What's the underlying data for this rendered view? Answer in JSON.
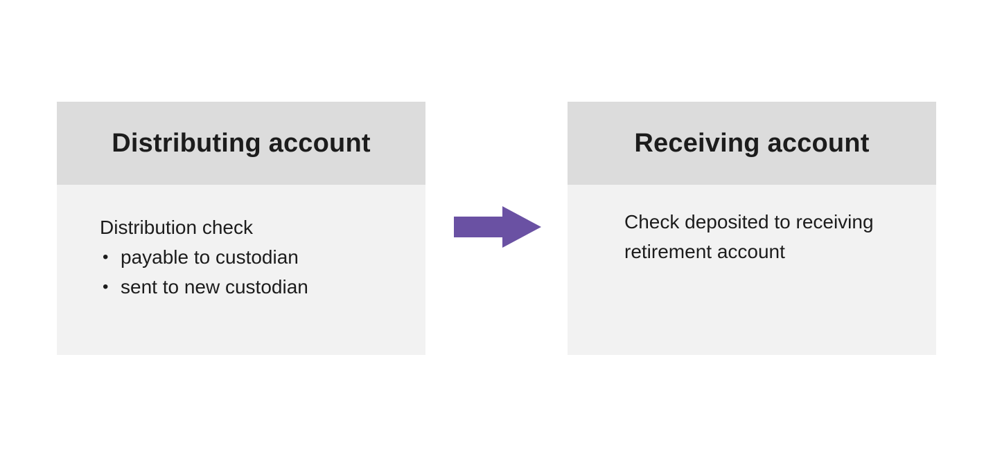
{
  "diagram": {
    "left_box": {
      "title": "Distributing account",
      "intro": "Distribution check",
      "bullets": [
        "payable to custodian",
        "sent to new custodian"
      ]
    },
    "right_box": {
      "title": "Receiving account",
      "body": "Check deposited to receiving retirement account"
    },
    "arrow": {
      "direction": "right",
      "color": "#6a51a3"
    },
    "colors": {
      "header_bg": "#dcdcdc",
      "body_bg": "#f2f2f2",
      "text": "#1c1c1c",
      "page_bg": "#ffffff"
    }
  }
}
